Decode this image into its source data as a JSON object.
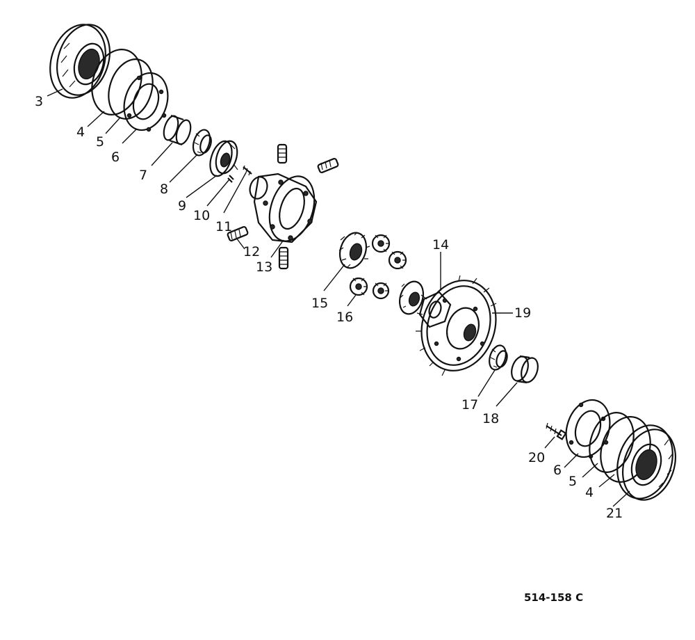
{
  "drawing_code": "514-158 C",
  "callouts": [
    {
      "id": "c3",
      "text": "3"
    },
    {
      "id": "c4a",
      "text": "4"
    },
    {
      "id": "c5a",
      "text": "5"
    },
    {
      "id": "c6a",
      "text": "6"
    },
    {
      "id": "c7",
      "text": "7"
    },
    {
      "id": "c8",
      "text": "8"
    },
    {
      "id": "c9",
      "text": "9"
    },
    {
      "id": "c10",
      "text": "10"
    },
    {
      "id": "c11",
      "text": "11"
    },
    {
      "id": "c12",
      "text": "12"
    },
    {
      "id": "c13",
      "text": "13"
    },
    {
      "id": "c14",
      "text": "14"
    },
    {
      "id": "c15",
      "text": "15"
    },
    {
      "id": "c16",
      "text": "16"
    },
    {
      "id": "c17",
      "text": "17"
    },
    {
      "id": "c18",
      "text": "18"
    },
    {
      "id": "c19",
      "text": "19"
    },
    {
      "id": "c20",
      "text": "20"
    },
    {
      "id": "c6b",
      "text": "6"
    },
    {
      "id": "c5b",
      "text": "5"
    },
    {
      "id": "c4b",
      "text": "4"
    },
    {
      "id": "c21",
      "text": "21"
    }
  ]
}
